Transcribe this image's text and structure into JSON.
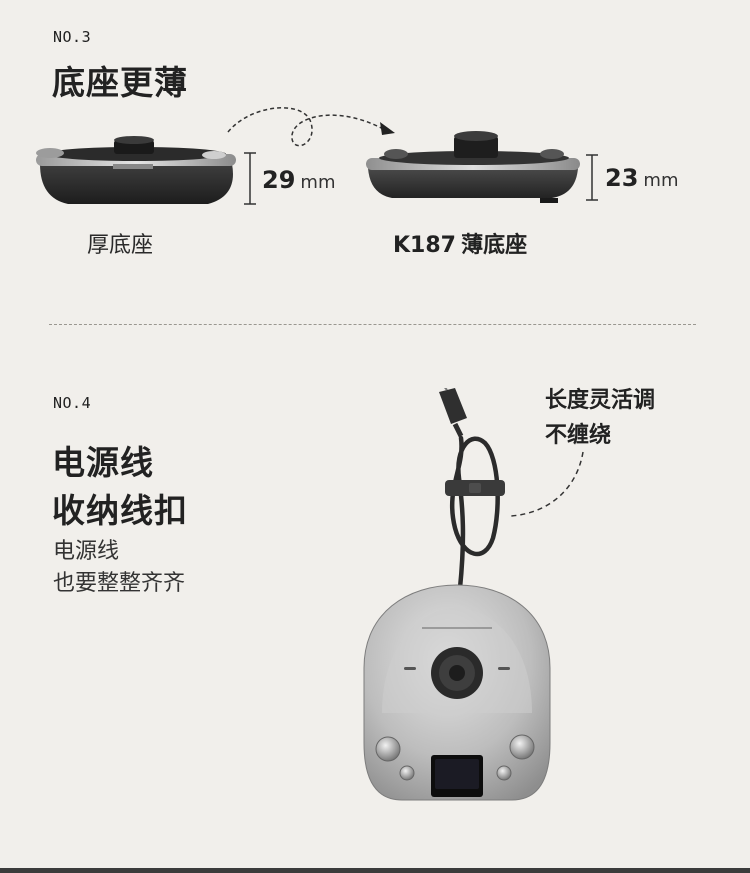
{
  "section3": {
    "number": "NO.3",
    "title": "底座更薄",
    "left_base": {
      "caption": "厚底座",
      "height_value": "29",
      "height_unit": "mm"
    },
    "right_base": {
      "caption_model": "K187",
      "caption_text": "薄底座",
      "height_value": "23",
      "height_unit": "mm"
    }
  },
  "section4": {
    "number": "NO.4",
    "title_line1": "电源线",
    "title_line2": "收纳线扣",
    "desc_line1": "电源线",
    "desc_line2": "也要整整齐齐",
    "callout_line1": "长度灵活调",
    "callout_line2": "不缠绕"
  },
  "colors": {
    "background": "#f1efeb",
    "text": "#222222",
    "steel": "#b9b9b9",
    "dark": "#2d2d2d"
  }
}
